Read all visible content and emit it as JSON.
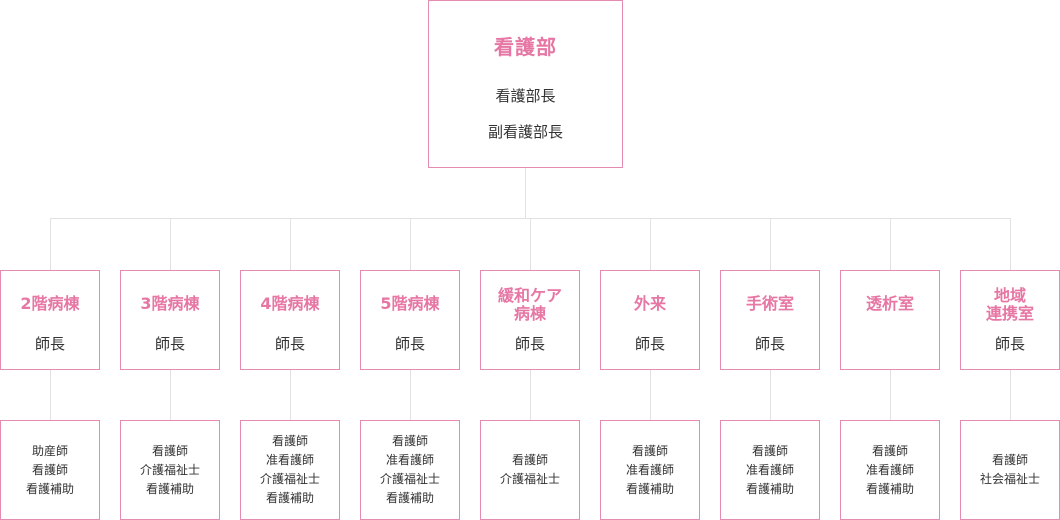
{
  "top": {
    "title": "看護部",
    "roles": [
      "看護部長",
      "副看護部長"
    ]
  },
  "colors": {
    "accent": "#e677a4",
    "border": "#e58bb1",
    "connector": "#e2e2e2",
    "text": "#333333"
  },
  "departments": [
    {
      "name_lines": [
        "2階病棟"
      ],
      "head": "師長",
      "staff": [
        "助産師",
        "看護師",
        "看護補助"
      ]
    },
    {
      "name_lines": [
        "3階病棟"
      ],
      "head": "師長",
      "staff": [
        "看護師",
        "介護福祉士",
        "看護補助"
      ]
    },
    {
      "name_lines": [
        "4階病棟"
      ],
      "head": "師長",
      "staff": [
        "看護師",
        "准看護師",
        "介護福祉士",
        "看護補助"
      ]
    },
    {
      "name_lines": [
        "5階病棟"
      ],
      "head": "師長",
      "staff": [
        "看護師",
        "准看護師",
        "介護福祉士",
        "看護補助"
      ]
    },
    {
      "name_lines": [
        "緩和ケア",
        "病棟"
      ],
      "head": "師長",
      "staff": [
        "看護師",
        "介護福祉士"
      ]
    },
    {
      "name_lines": [
        "外来"
      ],
      "head": "師長",
      "staff": [
        "看護師",
        "准看護師",
        "看護補助"
      ]
    },
    {
      "name_lines": [
        "手術室"
      ],
      "head": "師長",
      "staff": [
        "看護師",
        "准看護師",
        "看護補助"
      ]
    },
    {
      "name_lines": [
        "透析室"
      ],
      "head": "",
      "staff": [
        "看護師",
        "准看護師",
        "看護補助"
      ]
    },
    {
      "name_lines": [
        "地域",
        "連携室"
      ],
      "head": "師長",
      "staff": [
        "看護師",
        "社会福祉士"
      ]
    }
  ]
}
